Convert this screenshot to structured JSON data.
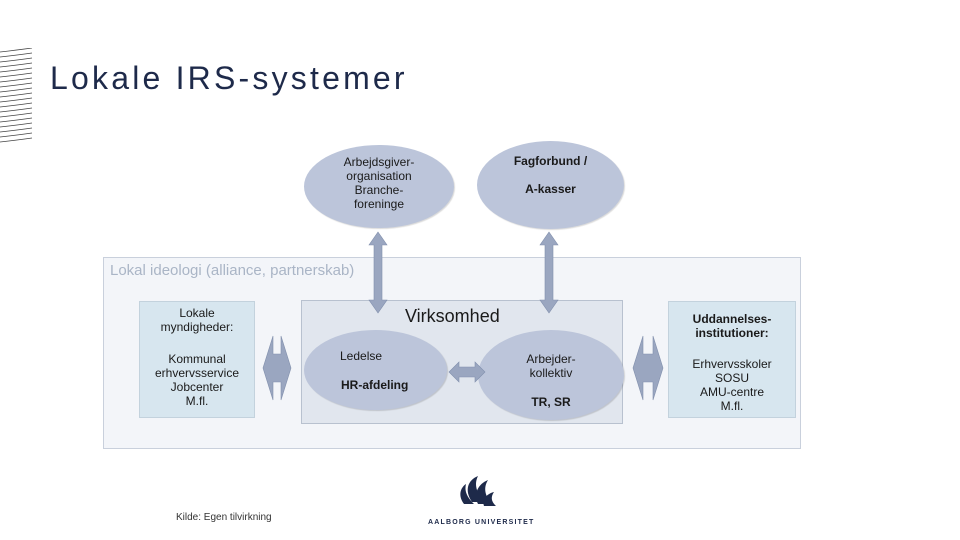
{
  "slide": {
    "title": "Lokale IRS-systemer",
    "source_note": "Kilde: Egen tilvirkning"
  },
  "diagram": {
    "ideology_label": "Lokal ideologi (alliance, partnerskab)",
    "employer_org": {
      "line1": "Arbejdsgiver-",
      "line2": "organisation",
      "line3": "Branche-",
      "line4": "foreninge"
    },
    "union": {
      "line1": "Fagforbund /",
      "line2": "A-kasser"
    },
    "company": {
      "title": "Virksomhed",
      "management": "Ledelse",
      "hr": "HR-afdeling",
      "workers_line1": "Arbejder-",
      "workers_line2": "kollektiv",
      "workers_line3": "TR, SR"
    },
    "local_authorities": {
      "heading_line1": "Lokale",
      "heading_line2": "myndigheder:",
      "line1": "Kommunal",
      "line2": "erhvervsservice",
      "line3": "Jobcenter",
      "line4": "M.fl."
    },
    "education": {
      "heading_line1": "Uddannelses-",
      "heading_line2": "institutioner:",
      "line1": "Erhvervsskoler",
      "line2": "SOSU",
      "line3": "AMU-centre",
      "line4": "M.fl."
    }
  },
  "logo": {
    "text": "AALBORG UNIVERSITET"
  },
  "colors": {
    "ellipse": "#bcc5da",
    "arrow": "#9aa6c0",
    "side_box": "#d7e6ef",
    "company_box": "#e1e6ee",
    "title": "#1e2a4a"
  }
}
